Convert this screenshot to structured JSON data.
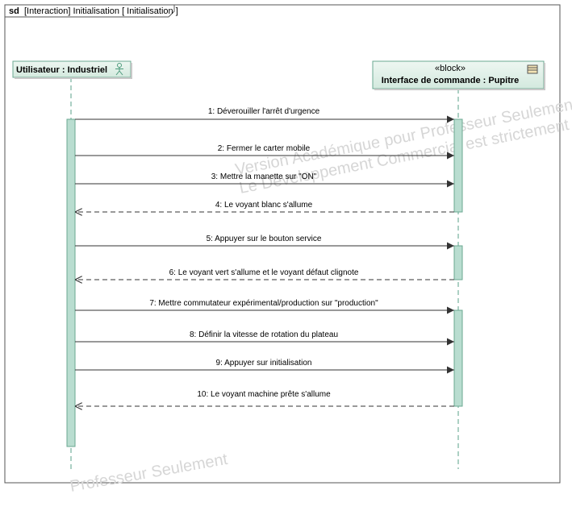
{
  "frame": {
    "keyword": "sd",
    "title": "[Interaction] Initialisation [ Initialisation ]"
  },
  "lifelines": {
    "actor": {
      "label": "Utilisateur : Industriel",
      "icon": "actor-stick-figure-icon"
    },
    "block": {
      "stereotype": "«block»",
      "label": "Interface de commande : Pupitre",
      "icon": "block-icon"
    }
  },
  "messages": [
    {
      "label": "1: Déverouiller l'arrêt d'urgence",
      "direction": "to-block",
      "kind": "sync"
    },
    {
      "label": "2: Fermer le carter mobile",
      "direction": "to-block",
      "kind": "sync"
    },
    {
      "label": "3: Mettre la manette sur \"ON\"",
      "direction": "to-block",
      "kind": "sync"
    },
    {
      "label": "4: Le voyant blanc s'allume",
      "direction": "to-actor",
      "kind": "reply"
    },
    {
      "label": "5: Appuyer sur le bouton service",
      "direction": "to-block",
      "kind": "sync"
    },
    {
      "label": "6: Le voyant vert s'allume et le voyant défaut clignote",
      "direction": "to-actor",
      "kind": "reply"
    },
    {
      "label": "7: Mettre commutateur expérimental/production sur \"production\"",
      "direction": "to-block",
      "kind": "sync"
    },
    {
      "label": "8: Définir la vitesse de rotation du plateau",
      "direction": "to-block",
      "kind": "sync"
    },
    {
      "label": "9: Appuyer sur initialisation",
      "direction": "to-block",
      "kind": "sync"
    },
    {
      "label": "10: Le voyant machine prête s'allume",
      "direction": "to-actor",
      "kind": "reply"
    }
  ],
  "watermark": {
    "line1": "Version Académique pour Professeur Seulement",
    "line2": "Le Développement Commercial est strictement",
    "line3": "Professeur Seulement"
  },
  "colors": {
    "lifeline_head_fill": "#e3f0e9",
    "activation_fill": "#b9ddd0",
    "activation_stroke": "#6aa891",
    "lifeline_dash": "#5aa08a",
    "frame_stroke": "#555555",
    "line": "#333333",
    "watermark": "#d9d9d9"
  }
}
